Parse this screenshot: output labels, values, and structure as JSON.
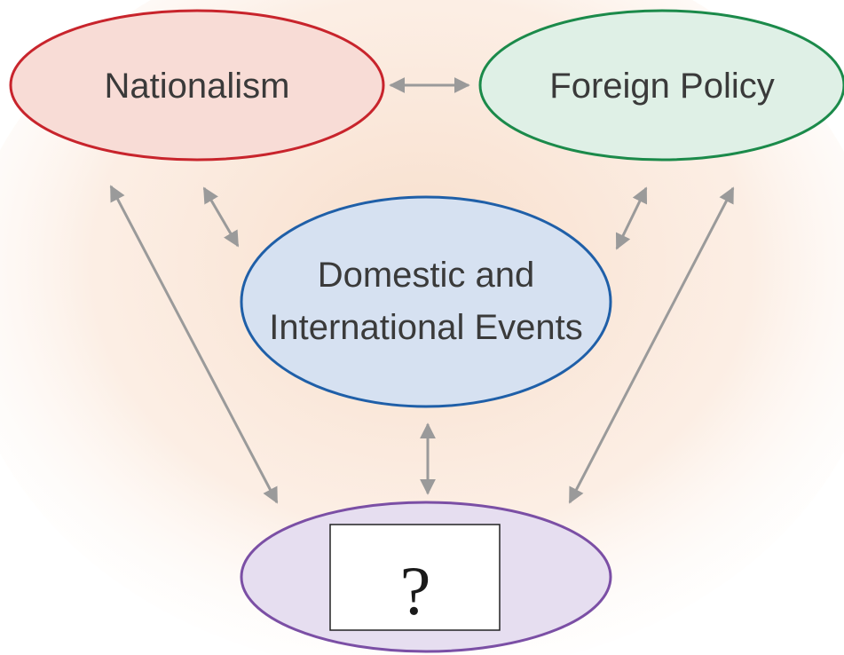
{
  "nodes": {
    "nationalism": {
      "label": "Nationalism",
      "fill": "#f8dcd6",
      "stroke": "#c8242c"
    },
    "foreign_policy": {
      "label": "Foreign Policy",
      "fill": "#dff0e6",
      "stroke": "#1b8a4a"
    },
    "events": {
      "line1": "Domestic and",
      "line2": "International Events",
      "fill": "#d6e1f1",
      "stroke": "#1f5fa8"
    },
    "unknown": {
      "label": "?",
      "fill": "#e6def0",
      "stroke": "#7b4fa5"
    }
  },
  "connector_color": "#9a9a9a",
  "background_glow": "#f7dcc8"
}
